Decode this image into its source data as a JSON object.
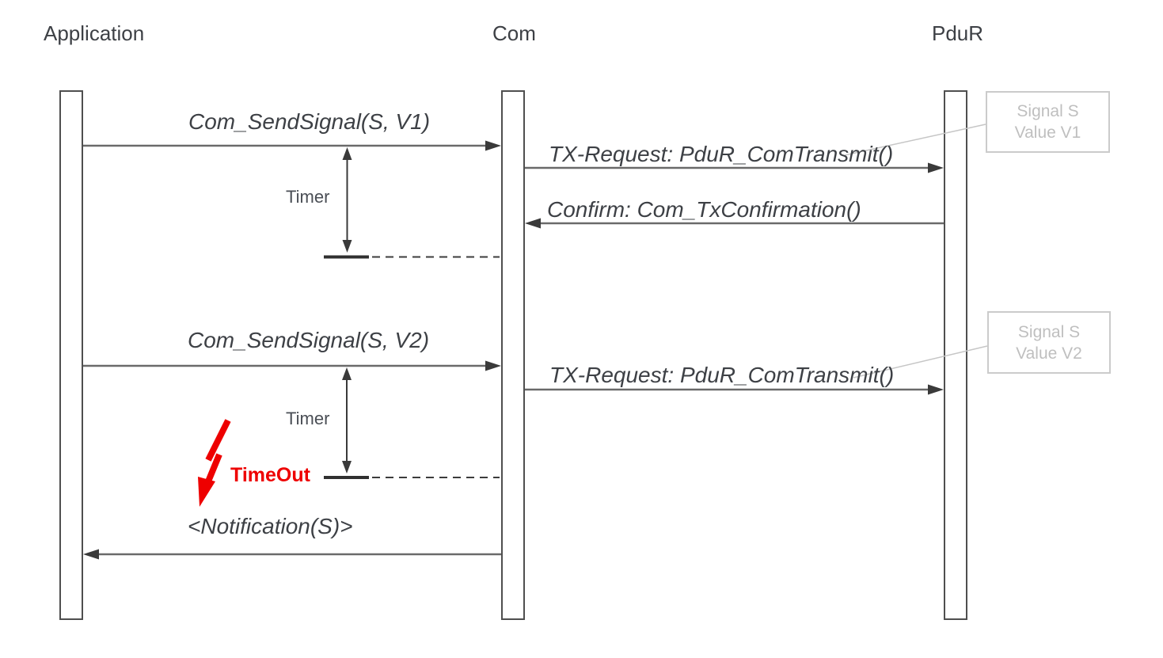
{
  "diagram_type": "uml-sequence-diagram",
  "lifelines": [
    {
      "label": "Application"
    },
    {
      "label": "Com"
    },
    {
      "label": "PduR"
    }
  ],
  "messages": [
    {
      "label": "Com_SendSignal(S, V1)",
      "from": "Application",
      "to": "Com"
    },
    {
      "label": "TX-Request: PduR_ComTransmit()",
      "from": "Com",
      "to": "PduR"
    },
    {
      "label": "Confirm: Com_TxConfirmation()",
      "from": "PduR",
      "to": "Com"
    },
    {
      "label": "Com_SendSignal(S, V2)",
      "from": "Application",
      "to": "Com"
    },
    {
      "label": "TX-Request: PduR_ComTransmit()",
      "from": "Com",
      "to": "PduR"
    },
    {
      "label": "<Notification(S)>",
      "from": "Com",
      "to": "Application"
    }
  ],
  "timers": [
    {
      "label": "Timer"
    },
    {
      "label": "Timer"
    }
  ],
  "timeout": {
    "label": "TimeOut",
    "color": "#ee0000"
  },
  "notes": [
    {
      "line1": "Signal S",
      "line2": "Value V1"
    },
    {
      "line1": "Signal S",
      "line2": "Value V2"
    }
  ],
  "colors": {
    "message_line": "#6a6a6a",
    "arrowhead": "#3a3a3a",
    "timer_marker": "#303030",
    "dashed_line": "#3c3c3c",
    "label_text": "#3d4045",
    "note_text": "#bfbfbf",
    "note_border": "#cbcbcb",
    "timeout_red": "#ee0000"
  }
}
